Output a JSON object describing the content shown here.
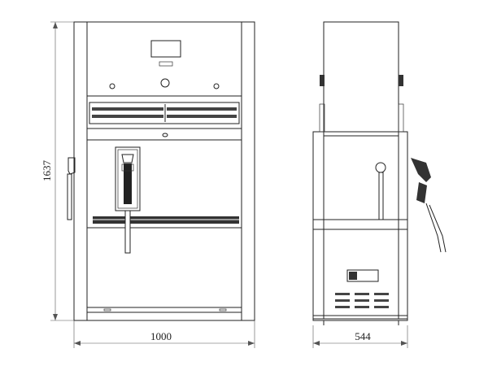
{
  "dimensions": {
    "width_front": "1000",
    "height": "1637",
    "depth_side": "544"
  },
  "colors": {
    "line": "#222222",
    "background": "#ffffff"
  }
}
